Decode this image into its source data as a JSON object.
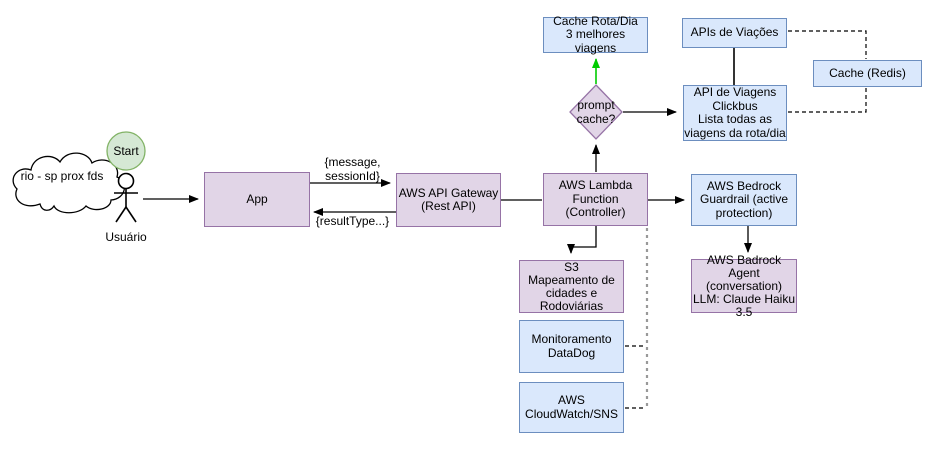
{
  "diagram": {
    "title": "Travel assistant architecture flow",
    "nodes": {
      "request_cloud": {
        "label": "rio - sp prox fds"
      },
      "start": {
        "label": "Start"
      },
      "user": {
        "label": "Usuário"
      },
      "app": {
        "label": "App"
      },
      "api_gateway": {
        "label": "AWS API Gateway\n(Rest API)"
      },
      "lambda": {
        "label": "AWS Lambda\nFunction\n(Controller)"
      },
      "cache_rota": {
        "label": "Cache Rota/Dia\n3 melhores viagens"
      },
      "prompt_cache": {
        "label": "prompt\ncache?"
      },
      "apis_viacoes": {
        "label": "APIs de Viações"
      },
      "api_viagens": {
        "label": "API de Viagens\nClickbus\nLista todas as\nviagens da rota/dia"
      },
      "cache_redis": {
        "label": "Cache (Redis)"
      },
      "bedrock_guardrail": {
        "label": "AWS Bedrock\nGuardrail (active\nprotection)"
      },
      "badrock_agent": {
        "label": "AWS Badrock Agent\n(conversation)\nLLM: Claude Haiku\n3.5"
      },
      "s3": {
        "label": "S3\nMapeamento de\ncidades e\nRodoviárias"
      },
      "datadog": {
        "label": "Monitoramento\nDataDog"
      },
      "cloudwatch": {
        "label": "AWS\nCloudWatch/SNS"
      }
    },
    "edge_labels": {
      "request": "{message,\nsessionId}",
      "response": "{resultType...}"
    },
    "colors": {
      "node_purple_fill": "#E1D5E7",
      "node_purple_border": "#9673A6",
      "node_blue_fill": "#DAE8FC",
      "node_blue_border": "#6C8EBF",
      "start_fill": "#D5E8D4",
      "start_border": "#82B366",
      "edge_color": "#000000",
      "cache_hit_edge_color": "#00CC00",
      "monitoring_dashed_color": "#999999"
    }
  }
}
